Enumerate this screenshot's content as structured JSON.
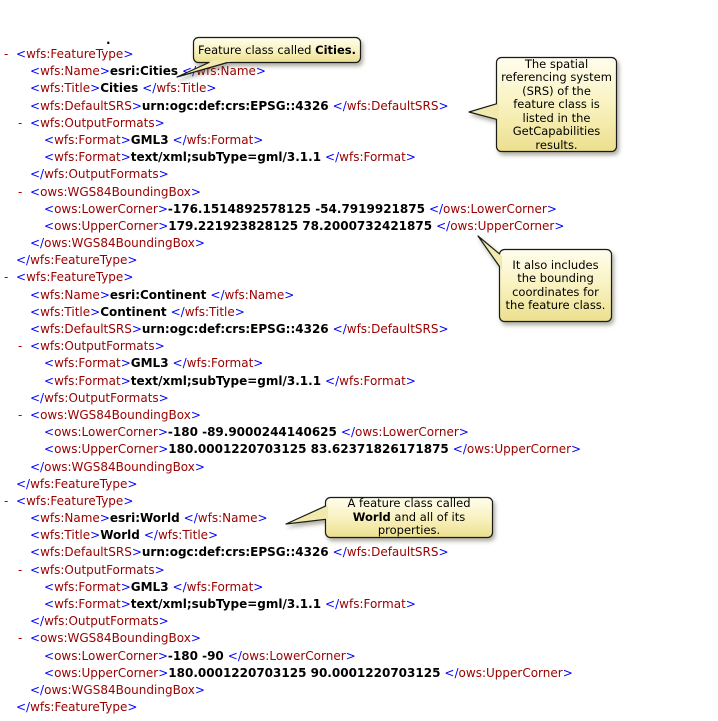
{
  "xml": {
    "partial_top": ".",
    "palette": {
      "bracket": "#0000ff",
      "tag": "#990000",
      "text": "#000000",
      "marker": "#c00000"
    },
    "lines": [
      {
        "level": 0,
        "dash": true,
        "open": "wfs:FeatureType"
      },
      {
        "level": 1,
        "open": "wfs:Name",
        "text": "esri:Cities",
        "close": "wfs:Name"
      },
      {
        "level": 1,
        "open": "wfs:Title",
        "text": "Cities",
        "close": "wfs:Title"
      },
      {
        "level": 1,
        "open": "wfs:DefaultSRS",
        "text": "urn:ogc:def:crs:EPSG::4326",
        "close": "wfs:DefaultSRS"
      },
      {
        "level": 1,
        "dash": true,
        "open": "wfs:OutputFormats"
      },
      {
        "level": 2,
        "open": "wfs:Format",
        "text": "GML3",
        "close": "wfs:Format"
      },
      {
        "level": 2,
        "open": "wfs:Format",
        "text": "text/xml;subType=gml/3.1.1",
        "close": "wfs:Format"
      },
      {
        "level": 1,
        "close": "wfs:OutputFormats"
      },
      {
        "level": 1,
        "dash": true,
        "open": "ows:WGS84BoundingBox"
      },
      {
        "level": 2,
        "open": "ows:LowerCorner",
        "text": "-176.1514892578125 -54.7919921875",
        "close": "ows:LowerCorner"
      },
      {
        "level": 2,
        "open": "ows:UpperCorner",
        "text": "179.221923828125 78.2000732421875",
        "close": "ows:UpperCorner"
      },
      {
        "level": 1,
        "close": "ows:WGS84BoundingBox"
      },
      {
        "level": 0,
        "close": "wfs:FeatureType"
      },
      {
        "level": 0,
        "dash": true,
        "open": "wfs:FeatureType"
      },
      {
        "level": 1,
        "open": "wfs:Name",
        "text": "esri:Continent",
        "close": "wfs:Name"
      },
      {
        "level": 1,
        "open": "wfs:Title",
        "text": "Continent",
        "close": "wfs:Title"
      },
      {
        "level": 1,
        "open": "wfs:DefaultSRS",
        "text": "urn:ogc:def:crs:EPSG::4326",
        "close": "wfs:DefaultSRS"
      },
      {
        "level": 1,
        "dash": true,
        "open": "wfs:OutputFormats"
      },
      {
        "level": 2,
        "open": "wfs:Format",
        "text": "GML3",
        "close": "wfs:Format"
      },
      {
        "level": 2,
        "open": "wfs:Format",
        "text": "text/xml;subType=gml/3.1.1",
        "close": "wfs:Format"
      },
      {
        "level": 1,
        "close": "wfs:OutputFormats"
      },
      {
        "level": 1,
        "dash": true,
        "open": "ows:WGS84BoundingBox"
      },
      {
        "level": 2,
        "open": "ows:LowerCorner",
        "text": "-180 -89.9000244140625",
        "close": "ows:LowerCorner"
      },
      {
        "level": 2,
        "open": "ows:UpperCorner",
        "text": "180.0001220703125 83.62371826171875",
        "close": "ows:UpperCorner"
      },
      {
        "level": 1,
        "close": "ows:WGS84BoundingBox"
      },
      {
        "level": 0,
        "close": "wfs:FeatureType"
      },
      {
        "level": 0,
        "dash": true,
        "open": "wfs:FeatureType"
      },
      {
        "level": 1,
        "open": "wfs:Name",
        "text": "esri:World",
        "close": "wfs:Name"
      },
      {
        "level": 1,
        "open": "wfs:Title",
        "text": "World",
        "close": "wfs:Title"
      },
      {
        "level": 1,
        "open": "wfs:DefaultSRS",
        "text": "urn:ogc:def:crs:EPSG::4326",
        "close": "wfs:DefaultSRS"
      },
      {
        "level": 1,
        "dash": true,
        "open": "wfs:OutputFormats"
      },
      {
        "level": 2,
        "open": "wfs:Format",
        "text": "GML3",
        "close": "wfs:Format"
      },
      {
        "level": 2,
        "open": "wfs:Format",
        "text": "text/xml;subType=gml/3.1.1",
        "close": "wfs:Format"
      },
      {
        "level": 1,
        "close": "wfs:OutputFormats"
      },
      {
        "level": 1,
        "dash": true,
        "open": "ows:WGS84BoundingBox"
      },
      {
        "level": 2,
        "open": "ows:LowerCorner",
        "text": "-180 -90",
        "close": "ows:LowerCorner"
      },
      {
        "level": 2,
        "open": "ows:UpperCorner",
        "text": "180.0001220703125 90.0001220703125",
        "close": "ows:UpperCorner"
      },
      {
        "level": 1,
        "close": "ows:WGS84BoundingBox"
      },
      {
        "level": 0,
        "close": "wfs:FeatureType"
      }
    ]
  },
  "callout_style": {
    "fill_top": "#fffdee",
    "fill_mid": "#f9f2c0",
    "fill_bottom": "#ecdf8e",
    "tail_fill": "#f2e9ad",
    "border": "#1a1a1a"
  },
  "callouts": [
    {
      "id": "cities",
      "parts": [
        {
          "text": "Feature class called ",
          "bold": false
        },
        {
          "text": "Cities.",
          "bold": true
        }
      ]
    },
    {
      "id": "srs",
      "parts": [
        {
          "text": "The spatial referencing system (SRS) of the feature class is listed in the GetCapabilities results.",
          "bold": false
        }
      ]
    },
    {
      "id": "bbox",
      "parts": [
        {
          "text": "It also includes the bounding coordinates for the feature class.",
          "bold": false
        }
      ]
    },
    {
      "id": "world",
      "parts": [
        {
          "text": "A feature class called ",
          "bold": false
        },
        {
          "text": "World",
          "bold": true
        },
        {
          "text": " and all of its properties.",
          "bold": false
        }
      ]
    }
  ]
}
